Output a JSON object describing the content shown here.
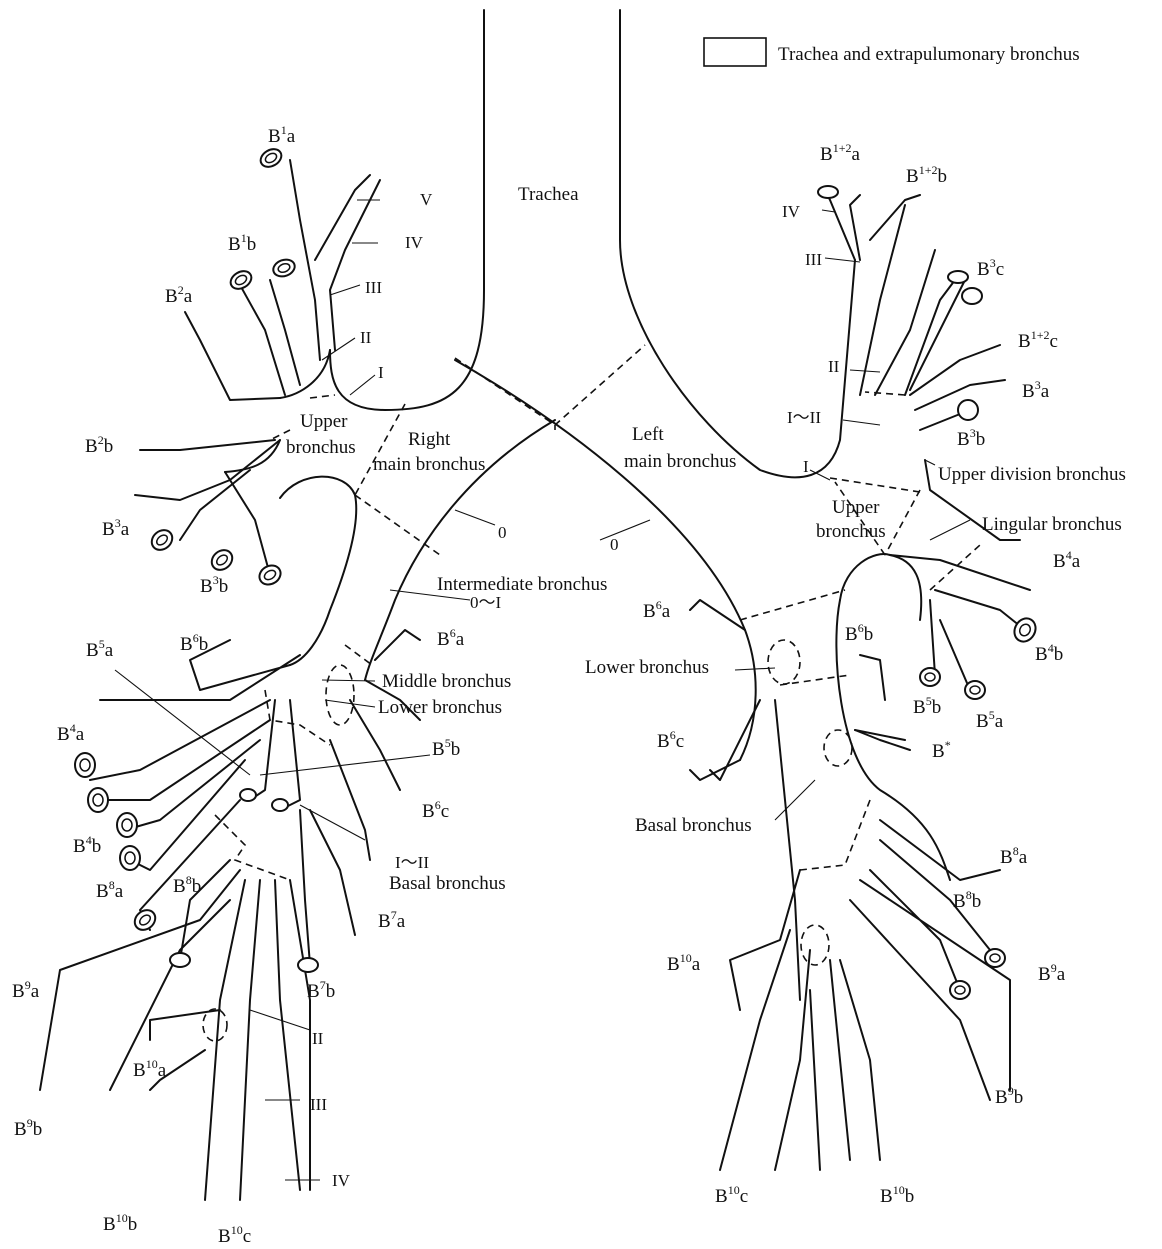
{
  "legend": {
    "text": "Trachea and extrapulumonary bronchus"
  },
  "regions": {
    "trachea": "Trachea",
    "right_main": [
      "Right",
      "main bronchus"
    ],
    "left_main": [
      "Left",
      "main bronchus"
    ],
    "upper_r": [
      "Upper",
      "bronchus"
    ],
    "upper_l": [
      "Upper",
      "bronchus"
    ],
    "intermediate": "Intermediate bronchus",
    "middle": "Middle bronchus",
    "lower_r": "Lower bronchus",
    "basal_r": "Basal bronchus",
    "lower_l": "Lower bronchus",
    "basal_l": "Basal bronchus",
    "upper_division": "Upper division bronchus",
    "lingular": "Lingular bronchus"
  },
  "generations": {
    "zero_r": "0",
    "zero_l": "0",
    "zero_one": "0～I",
    "r_I": "I",
    "r_II": "II",
    "r_III": "III",
    "r_IV": "IV",
    "r_V": "V",
    "r_I_II": "I～II",
    "r_II_low": "II",
    "r_III_low": "III",
    "r_IV_low": "IV",
    "l_I": "I",
    "l_I_II": "I～II",
    "l_II": "II",
    "l_III": "III",
    "l_IV": "IV"
  },
  "segments": {
    "r_B1a": {
      "b": "B",
      "s": "1",
      "t": "a"
    },
    "r_B1b": {
      "b": "B",
      "s": "1",
      "t": "b"
    },
    "r_B2a": {
      "b": "B",
      "s": "2",
      "t": "a"
    },
    "r_B2b": {
      "b": "B",
      "s": "2",
      "t": "b"
    },
    "r_B3a": {
      "b": "B",
      "s": "3",
      "t": "a"
    },
    "r_B3b": {
      "b": "B",
      "s": "3",
      "t": "b"
    },
    "r_B6b": {
      "b": "B",
      "s": "6",
      "t": "b"
    },
    "r_B6a": {
      "b": "B",
      "s": "6",
      "t": "a"
    },
    "r_B5a": {
      "b": "B",
      "s": "5",
      "t": "a"
    },
    "r_B5b": {
      "b": "B",
      "s": "5",
      "t": "b"
    },
    "r_B4a": {
      "b": "B",
      "s": "4",
      "t": "a"
    },
    "r_B4b": {
      "b": "B",
      "s": "4",
      "t": "b"
    },
    "r_B6c": {
      "b": "B",
      "s": "6",
      "t": "c"
    },
    "r_B8a": {
      "b": "B",
      "s": "8",
      "t": "a"
    },
    "r_B8b": {
      "b": "B",
      "s": "8",
      "t": "b"
    },
    "r_B7a": {
      "b": "B",
      "s": "7",
      "t": "a"
    },
    "r_B7b": {
      "b": "B",
      "s": "7",
      "t": "b"
    },
    "r_B9a": {
      "b": "B",
      "s": "9",
      "t": "a"
    },
    "r_B9b": {
      "b": "B",
      "s": "9",
      "t": "b"
    },
    "r_B10a": {
      "b": "B",
      "s": "10",
      "t": "a"
    },
    "r_B10b": {
      "b": "B",
      "s": "10",
      "t": "b"
    },
    "r_B10c": {
      "b": "B",
      "s": "10",
      "t": "c"
    },
    "l_B12a": {
      "b": "B",
      "s": "1+2",
      "t": "a"
    },
    "l_B12b": {
      "b": "B",
      "s": "1+2",
      "t": "b"
    },
    "l_B3c": {
      "b": "B",
      "s": "3",
      "t": "c"
    },
    "l_B12c": {
      "b": "B",
      "s": "1+2",
      "t": "c"
    },
    "l_B3a": {
      "b": "B",
      "s": "3",
      "t": "a"
    },
    "l_B3b": {
      "b": "B",
      "s": "3",
      "t": "b"
    },
    "l_B4a": {
      "b": "B",
      "s": "4",
      "t": "a"
    },
    "l_B4b": {
      "b": "B",
      "s": "4",
      "t": "b"
    },
    "l_B6a": {
      "b": "B",
      "s": "6",
      "t": "a"
    },
    "l_B6b": {
      "b": "B",
      "s": "6",
      "t": "b"
    },
    "l_B5b": {
      "b": "B",
      "s": "5",
      "t": "b"
    },
    "l_B5a": {
      "b": "B",
      "s": "5",
      "t": "a"
    },
    "l_B6c": {
      "b": "B",
      "s": "6",
      "t": "c"
    },
    "l_Bstar": {
      "b": "B",
      "s": "*",
      "t": ""
    },
    "l_B8a": {
      "b": "B",
      "s": "8",
      "t": "a"
    },
    "l_B8b": {
      "b": "B",
      "s": "8",
      "t": "b"
    },
    "l_B9a": {
      "b": "B",
      "s": "9",
      "t": "a"
    },
    "l_B9b": {
      "b": "B",
      "s": "9",
      "t": "b"
    },
    "l_B10a": {
      "b": "B",
      "s": "10",
      "t": "a"
    },
    "l_B10b": {
      "b": "B",
      "s": "10",
      "t": "b"
    },
    "l_B10c": {
      "b": "B",
      "s": "10",
      "t": "c"
    }
  }
}
